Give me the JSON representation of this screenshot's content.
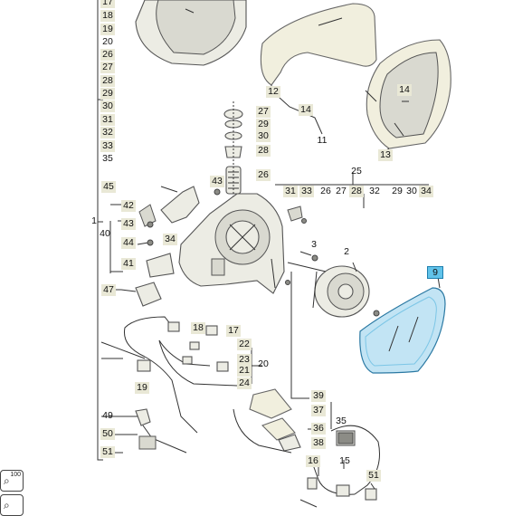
{
  "labels": {
    "l17": "17",
    "l18": "18",
    "l19": "19",
    "l20": "20",
    "l26": "26",
    "l27": "27",
    "l28": "28",
    "l29": "29",
    "l30": "30",
    "l31": "31",
    "l32": "32",
    "l33": "33",
    "l35": "35",
    "p27": "27",
    "p29": "29",
    "p30": "30",
    "p28": "28",
    "p26": "26",
    "p43": "43",
    "c12": "12",
    "c14a": "14",
    "c11": "11",
    "c14b": "14",
    "c13": "13",
    "c25": "25",
    "r31": "31",
    "r33": "33",
    "r26": "26",
    "r27": "27",
    "r28": "28",
    "r32": "32",
    "r29": "29",
    "r30": "30",
    "r34": "34",
    "s1": "1",
    "s45": "45",
    "s40": "40",
    "s42": "42",
    "s43": "43",
    "s44": "44",
    "s34": "34",
    "s41": "41",
    "s47": "47",
    "s3": "3",
    "s2": "2",
    "s9": "9",
    "w18": "18",
    "w17": "17",
    "w22": "22",
    "w23": "23",
    "w21": "21",
    "w20": "20",
    "w24": "24",
    "w19": "19",
    "b39": "39",
    "b37": "37",
    "b36": "36",
    "b35": "35",
    "b38": "38",
    "b49": "49",
    "b50": "50",
    "b51": "51",
    "b16": "16",
    "b15": "15",
    "b51b": "51"
  },
  "zoom": {
    "level": "100",
    "fit_glyph": "⌕",
    "other_glyph": "⌕"
  },
  "colors": {
    "highlight": "#61c3ea",
    "label_bg": "#e9e8d6",
    "glass": "#4fb3e0"
  }
}
